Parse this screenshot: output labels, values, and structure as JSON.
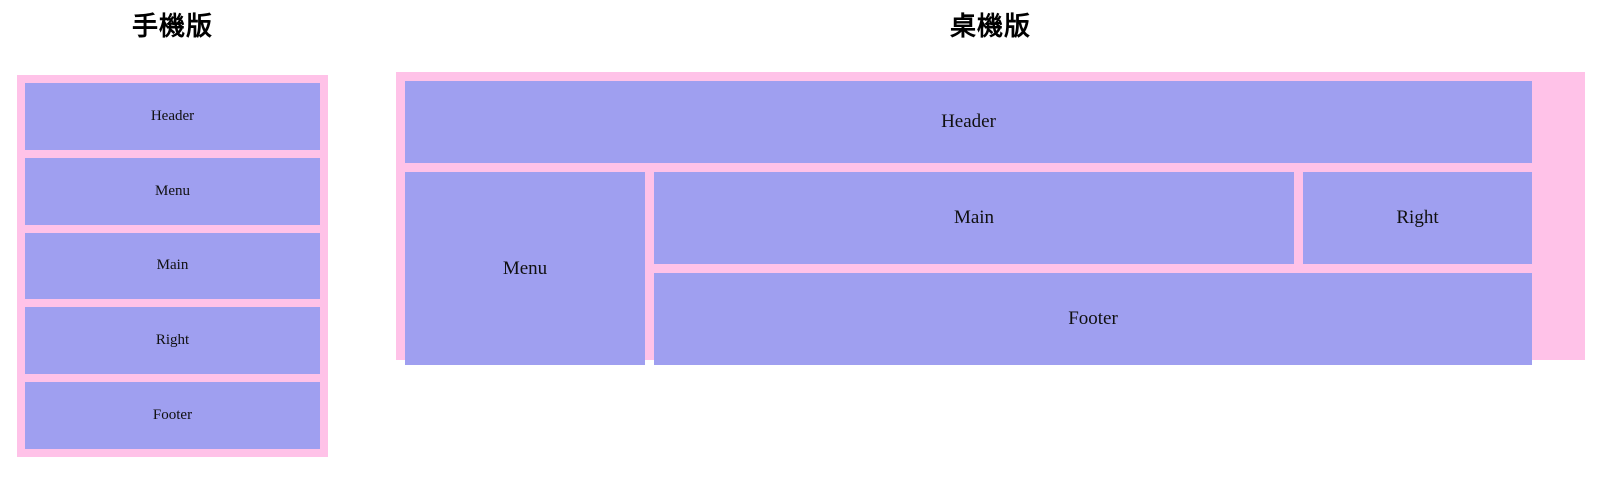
{
  "mobile": {
    "title": "手機版",
    "container_color": "#ffc2e8",
    "cell_color": "#9f9ff0",
    "cells": [
      {
        "label": "Header"
      },
      {
        "label": "Menu"
      },
      {
        "label": "Main"
      },
      {
        "label": "Right"
      },
      {
        "label": "Footer"
      }
    ]
  },
  "desktop": {
    "title": "桌機版",
    "container_color": "#ffc2e8",
    "cell_color": "#9f9ff0",
    "cells": {
      "header": "Header",
      "menu": "Menu",
      "main": "Main",
      "right": "Right",
      "footer": "Footer"
    }
  }
}
